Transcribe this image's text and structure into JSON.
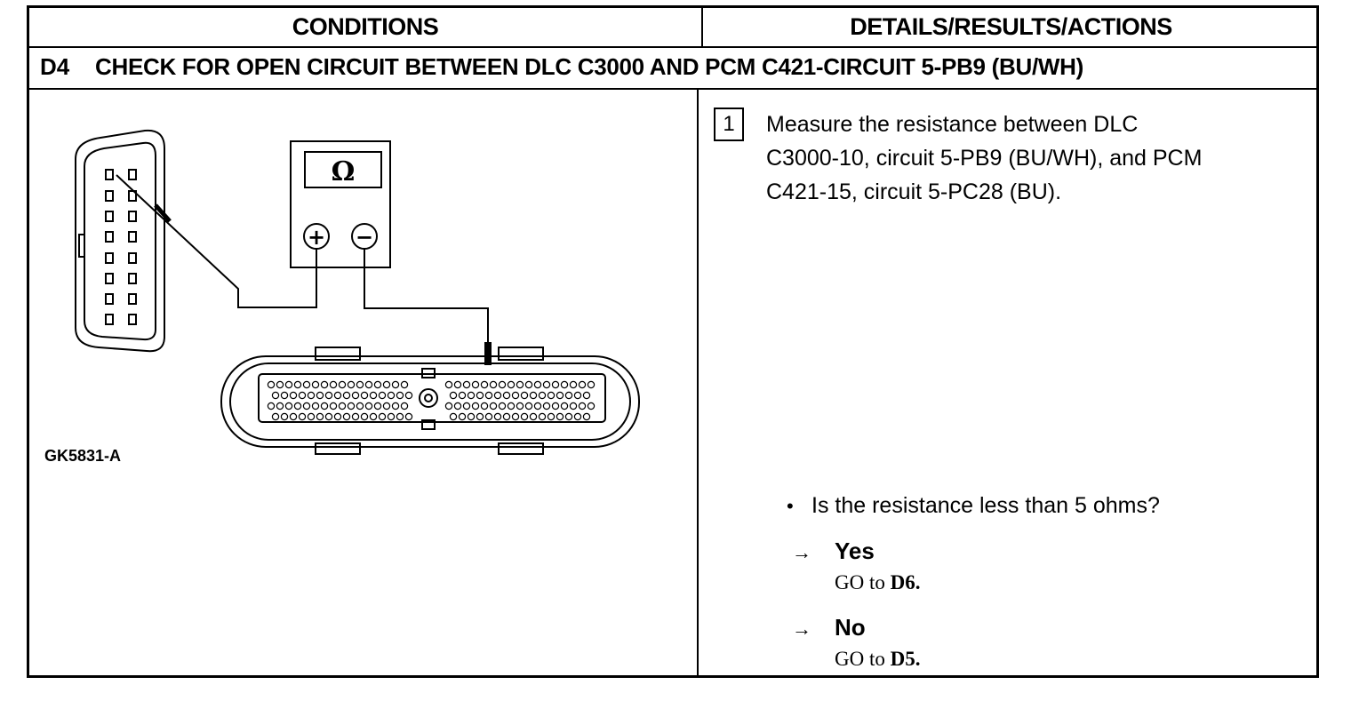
{
  "header": {
    "left": "CONDITIONS",
    "right": "DETAILS/RESULTS/ACTIONS"
  },
  "step": {
    "id": "D4",
    "title": "CHECK FOR OPEN CIRCUIT BETWEEN DLC C3000 AND PCM C421-CIRCUIT 5-PB9 (BU/WH)"
  },
  "figure": {
    "code": "GK5831-A",
    "meter_symbol": "Ω",
    "positive_symbol": "+",
    "negative_symbol": "−"
  },
  "action": {
    "number": "1",
    "lines": [
      "Measure the resistance between DLC",
      "C3000-10, circuit 5-PB9 (BU/WH), and PCM",
      "C421-15, circuit 5-PC28 (BU)."
    ]
  },
  "question": {
    "bullet": "•",
    "text": "Is the resistance less than 5 ohms?"
  },
  "answers": [
    {
      "arrow": "→",
      "label": "Yes",
      "go_prefix": "GO to ",
      "go_target": "D6."
    },
    {
      "arrow": "→",
      "label": "No",
      "go_prefix": "GO to ",
      "go_target": "D5."
    }
  ]
}
